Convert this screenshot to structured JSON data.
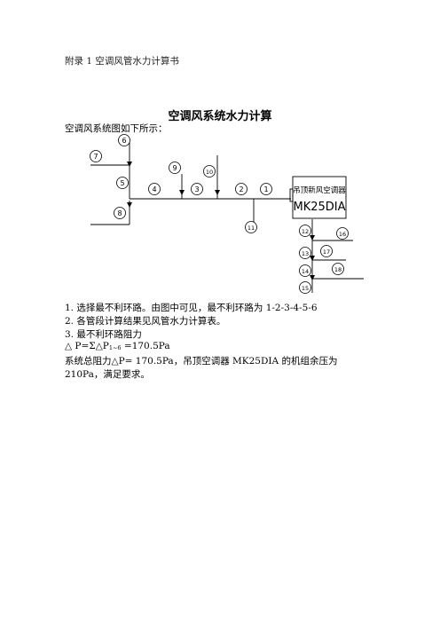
{
  "header": "附录 1  空调风管水力计算书",
  "title": "空调风系统水力计算",
  "intro": "空调风系统图如下所示：",
  "diagram": {
    "unit_label_line1": "吊顶新风空调器",
    "unit_label_line2": "MK25DIA",
    "nodes": [
      "1",
      "2",
      "3",
      "4",
      "5",
      "6",
      "7",
      "8",
      "9",
      "10",
      "11",
      "12",
      "13",
      "14",
      "15",
      "16",
      "17",
      "18"
    ]
  },
  "steps": [
    "1.  选择最不利环路。由图中可见，最不利环路为 1-2-3-4-5-6",
    "2.  各管段计算结果见风管水力计算表。",
    "3.  最不利环路阻力"
  ],
  "formula": {
    "lhs": "△  P=Σ△P",
    "sub": "1~6",
    "rhs": " =170.5Pa"
  },
  "conclusion": "系统总阻力△P= 170.5Pa，吊顶空调器 MK25DIA 的机组余压为 210Pa，满足要求。"
}
